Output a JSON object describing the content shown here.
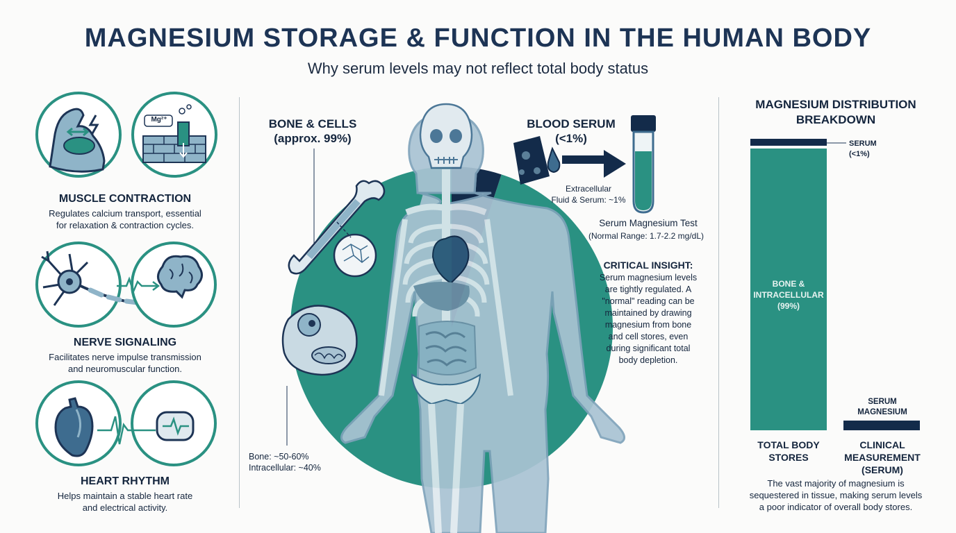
{
  "header": {
    "title": "MAGNESIUM STORAGE & FUNCTION IN THE HUMAN BODY",
    "subtitle": "Why serum levels may not reflect total body status"
  },
  "functions": [
    {
      "title": "MUSCLE CONTRACTION",
      "desc1": "Regulates calcium transport, essential",
      "desc2": "for relaxation & contraction cycles.",
      "icon": "flexed-arm-icon",
      "icon2": "ion-channel-icon",
      "icon2_label": "Mg²⁺"
    },
    {
      "title": "NERVE SIGNALING",
      "desc1": "Facilitates nerve impulse transmission",
      "desc2": "and neuromuscular function.",
      "icon": "neuron-icon",
      "icon2": "brain-icon"
    },
    {
      "title": "HEART RHYTHM",
      "desc1": "Helps maintain a stable heart rate",
      "desc2": "and electrical activity.",
      "icon": "heart-icon",
      "icon2": "pacemaker-icon"
    }
  ],
  "center": {
    "bone_cells_label1": "BONE & CELLS",
    "bone_cells_label2": "(approx. 99%)",
    "bone_pct": "Bone: ~50-60%",
    "intracellular_pct": "Intracellular: ~40%",
    "blood_serum_label1": "BLOOD SERUM",
    "blood_serum_label2": "(<1%)",
    "extracellular1": "Extracellular",
    "extracellular2": "Fluid & Serum: ~1%",
    "test_label": "Serum Magnesium Test",
    "test_range": "(Normal Range: 1.7-2.2 mg/dL)",
    "insight_title": "CRITICAL INSIGHT:",
    "insight_lines": [
      "Serum magnesium levels",
      "are tightly regulated. A",
      "\"normal\" reading can be",
      "maintained by drawing",
      "magnesium from bone",
      "and cell stores, even",
      "during significant total",
      "body depletion."
    ],
    "pie_values": {
      "bone_and_cells": 99,
      "serum": 1
    }
  },
  "chart_data": {
    "type": "bar",
    "title": "MAGNESIUM DISTRIBUTION BREAKDOWN",
    "categories": [
      "TOTAL BODY STORES",
      "CLINICAL MEASUREMENT (SERUM)"
    ],
    "series": [
      {
        "name": "BONE & INTRACELLULAR (99%)",
        "values": [
          99,
          0
        ],
        "color": "#2a9182"
      },
      {
        "name": "SERUM (<1%)",
        "values": [
          1,
          1
        ],
        "color": "#132b4a"
      }
    ],
    "labels": {
      "stack_main1": "BONE &",
      "stack_main2": "INTRACELLULAR",
      "stack_main3": "(99%)",
      "stack_top1": "SERUM",
      "stack_top2": "(<1%)",
      "bar2_1": "SERUM",
      "bar2_2": "MAGNESIUM",
      "cat1_1": "TOTAL BODY",
      "cat1_2": "STORES",
      "cat2_1": "CLINICAL",
      "cat2_2": "MEASUREMENT",
      "cat2_3": "(SERUM)"
    },
    "ylim": [
      0,
      100
    ],
    "note_lines": [
      "The vast majority of magnesium is",
      "sequestered in tissue, making serum levels",
      "a poor indicator of overall body stores."
    ]
  },
  "colors": {
    "teal": "#2a9182",
    "navy": "#132b4a",
    "body": "#a9c3d3",
    "bone": "#e4edf2"
  }
}
